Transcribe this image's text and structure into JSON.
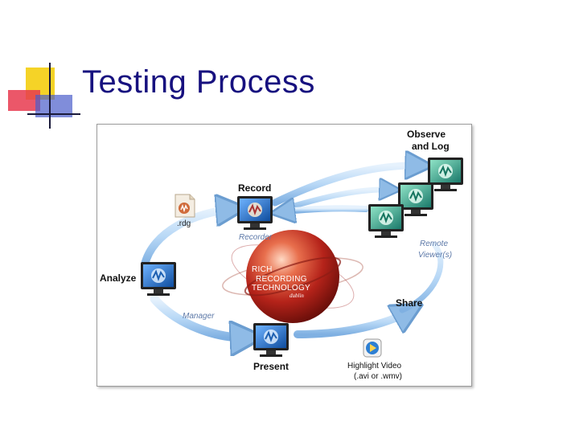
{
  "slide": {
    "title": "Testing Process"
  },
  "diagram": {
    "stages": {
      "observe_line1": "Observe",
      "observe_line2": "and Log",
      "record": "Record",
      "analyze": "Analyze",
      "present": "Present",
      "share": "Share"
    },
    "components": {
      "recorder": "Recorder",
      "manager": "Manager",
      "remote_line1": "Remote",
      "remote_line2": "Viewer(s)"
    },
    "file": {
      "extension": ".rdg"
    },
    "video": {
      "line1": "Highlight Video",
      "line2": "(.avi or .wmv)"
    },
    "sphere": {
      "line1": "RICH",
      "line2": "RECORDING",
      "line3": "TECHNOLOGY",
      "tagline": "dublin"
    }
  },
  "colors": {
    "title": "#17117f",
    "deco_yellow": "#f5d327",
    "deco_red": "#e8394f",
    "deco_blue": "#4a5dcb",
    "arrow_blue": "#9ec8f2",
    "sphere_red": "#b5231a",
    "monitor_screen": "#1f6fc4",
    "label_blue": "#5d79a8"
  },
  "icons": {
    "monitor": "monitor-icon",
    "file": "rdg-file-icon",
    "video": "media-player-icon"
  }
}
